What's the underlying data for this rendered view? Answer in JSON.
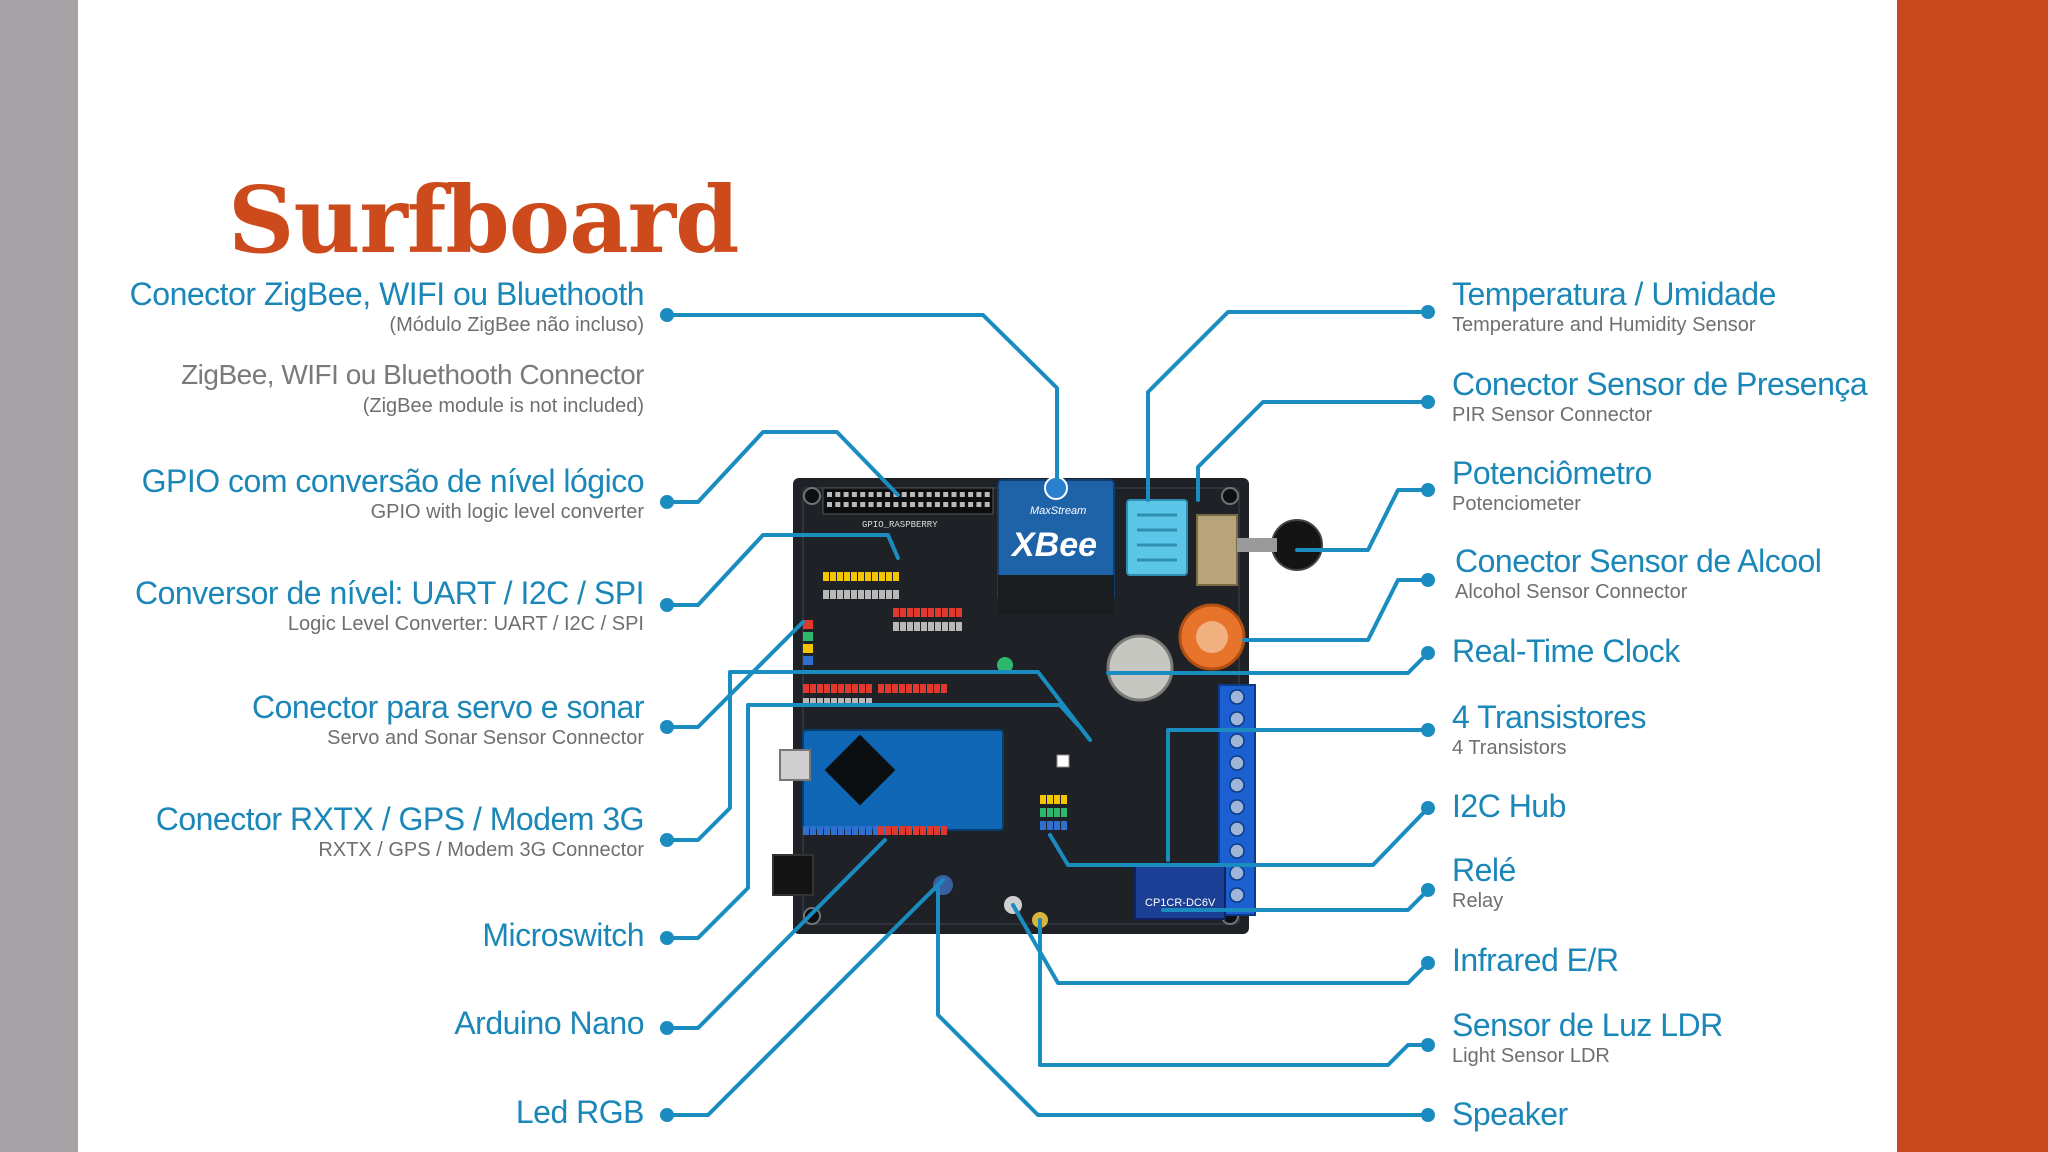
{
  "title": "Surfboard",
  "colors": {
    "accent": "#c9481e",
    "title": "#cc4a1c",
    "leader": "#1a8cc0",
    "band_left": "#a7a2a5",
    "board": "#1e2226"
  },
  "board_markings": {
    "xbee_vendor": "MaxStream",
    "xbee_name": "XBee",
    "gpio_header": "GPIO_RASPBERRY",
    "relay_part": "CP1CR-DC6V"
  },
  "callouts_left": [
    {
      "pt": "Conector ZigBee, WIFI ou Bluethooth",
      "en": "(Módulo ZigBee não incluso)"
    },
    {
      "pt": "ZigBee, WIFI ou Bluethooth Connector",
      "en": "(ZigBee module is not included)"
    },
    {
      "pt": "GPIO com conversão de nível lógico",
      "en": "GPIO with logic level converter"
    },
    {
      "pt": "Conversor de nível: UART / I2C / SPI",
      "en": "Logic Level Converter: UART / I2C / SPI"
    },
    {
      "pt": "Conector para servo e sonar",
      "en": "Servo and Sonar Sensor Connector"
    },
    {
      "pt": "Conector RXTX / GPS / Modem 3G",
      "en": "RXTX / GPS / Modem 3G  Connector"
    },
    {
      "pt": "Microswitch",
      "en": ""
    },
    {
      "pt": "Arduino Nano",
      "en": ""
    },
    {
      "pt": "Led RGB",
      "en": ""
    }
  ],
  "callouts_right": [
    {
      "pt": "Temperatura / Umidade",
      "en": "Temperature and Humidity Sensor"
    },
    {
      "pt": "Conector Sensor de Presença",
      "en": "PIR Sensor Connector"
    },
    {
      "pt": "Potenciômetro",
      "en": "Potenciometer"
    },
    {
      "pt": "Conector Sensor de Alcool",
      "en": "Alcohol Sensor Connector"
    },
    {
      "pt": "Real-Time Clock",
      "en": ""
    },
    {
      "pt": "4 Transistores",
      "en": "4 Transistors"
    },
    {
      "pt": "I2C Hub",
      "en": ""
    },
    {
      "pt": "Relé",
      "en": "Relay"
    },
    {
      "pt": "Infrared E/R",
      "en": ""
    },
    {
      "pt": "Sensor de Luz LDR",
      "en": "Light Sensor LDR"
    },
    {
      "pt": "Speaker",
      "en": ""
    }
  ]
}
